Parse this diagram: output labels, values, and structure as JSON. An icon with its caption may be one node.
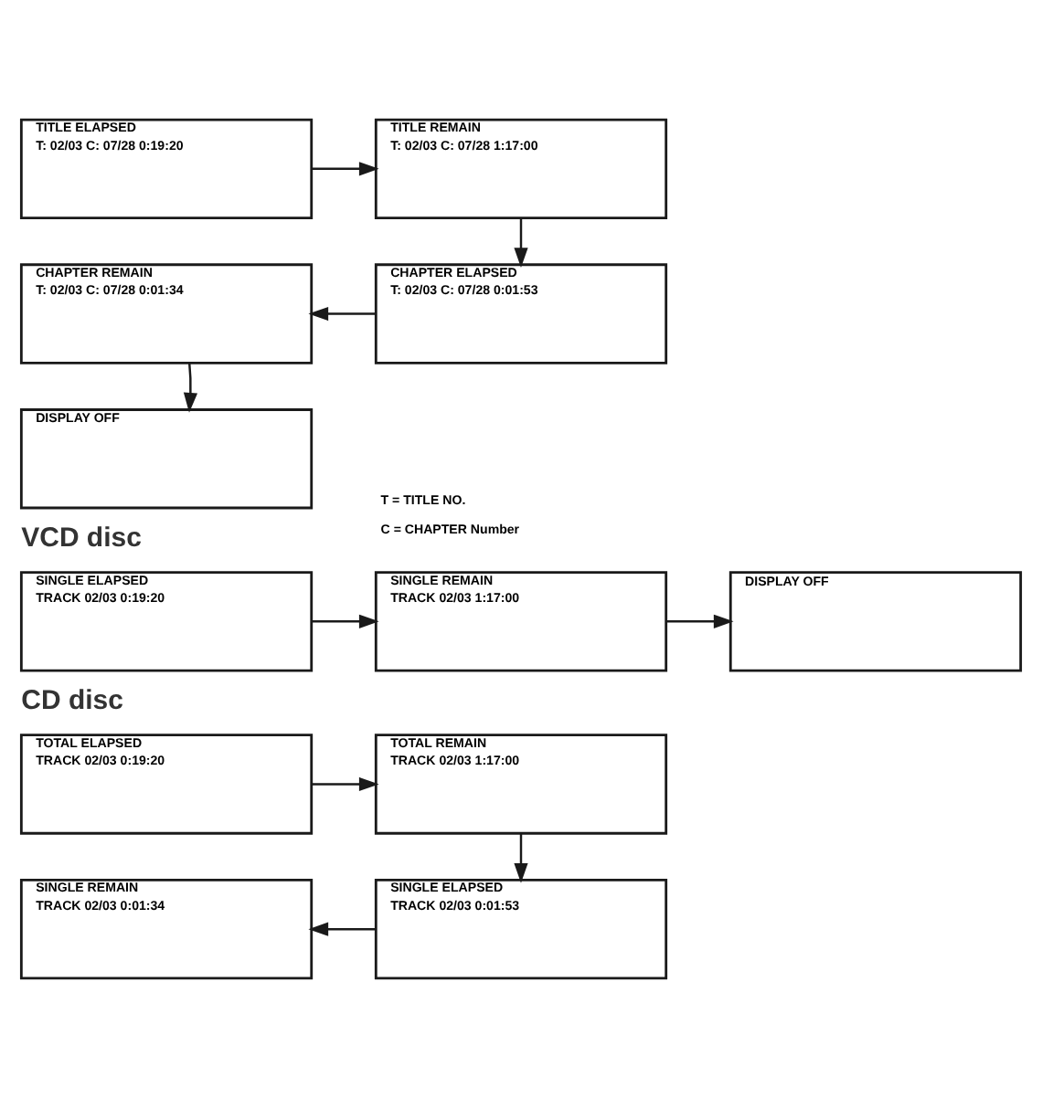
{
  "diagram": {
    "nodes": [
      {
        "text": [
          "TITLE ELAPSED",
          "T: 02/03 C: 07/28 0:19:20"
        ]
      },
      {
        "text": [
          "TITLE REMAIN",
          "T: 02/03 C: 07/28 1:17:00"
        ]
      },
      {
        "text": [
          "CHAPTER REMAIN",
          "T: 02/03 C: 07/28 0:01:34"
        ]
      },
      {
        "text": [
          "CHAPTER ELAPSED",
          "T: 02/03 C: 07/28 0:01:53"
        ]
      },
      {
        "text": [
          "DISPLAY OFF"
        ]
      },
      {
        "text": [
          "SINGLE ELAPSED",
          "TRACK 02/03 0:19:20"
        ]
      },
      {
        "text": [
          "SINGLE REMAIN",
          "TRACK 02/03 1:17:00"
        ]
      },
      {
        "text": [
          "DISPLAY OFF"
        ]
      },
      {
        "text": [
          "TOTAL ELAPSED",
          "TRACK 02/03 0:19:20"
        ]
      },
      {
        "text": [
          "TOTAL REMAIN",
          "TRACK 02/03 1:17:00"
        ]
      },
      {
        "text": [
          "SINGLE REMAIN",
          "TRACK 02/03 0:01:34"
        ]
      },
      {
        "text": [
          "SINGLE ELAPSED",
          "TRACK 02/03 0:01:53"
        ]
      }
    ],
    "edges": [
      {
        "from": 0,
        "to": 1,
        "arrow": "to"
      },
      {
        "from": 1,
        "to": 3,
        "arrow": "to"
      },
      {
        "from": 3,
        "to": 2,
        "arrow": "to"
      },
      {
        "from": 2,
        "to": 4,
        "arrow": "to"
      },
      {
        "from": 5,
        "to": 6,
        "arrow": "to"
      },
      {
        "from": 6,
        "to": 7,
        "arrow": "to"
      },
      {
        "from": 8,
        "to": 9,
        "arrow": "to"
      },
      {
        "from": 9,
        "to": 11,
        "arrow": "to"
      },
      {
        "from": 11,
        "to": 10,
        "arrow": "to"
      }
    ],
    "labels": [
      "T = TITLE NO.",
      "C = CHAPTER Number",
      "VCD disc",
      "CD disc"
    ]
  }
}
